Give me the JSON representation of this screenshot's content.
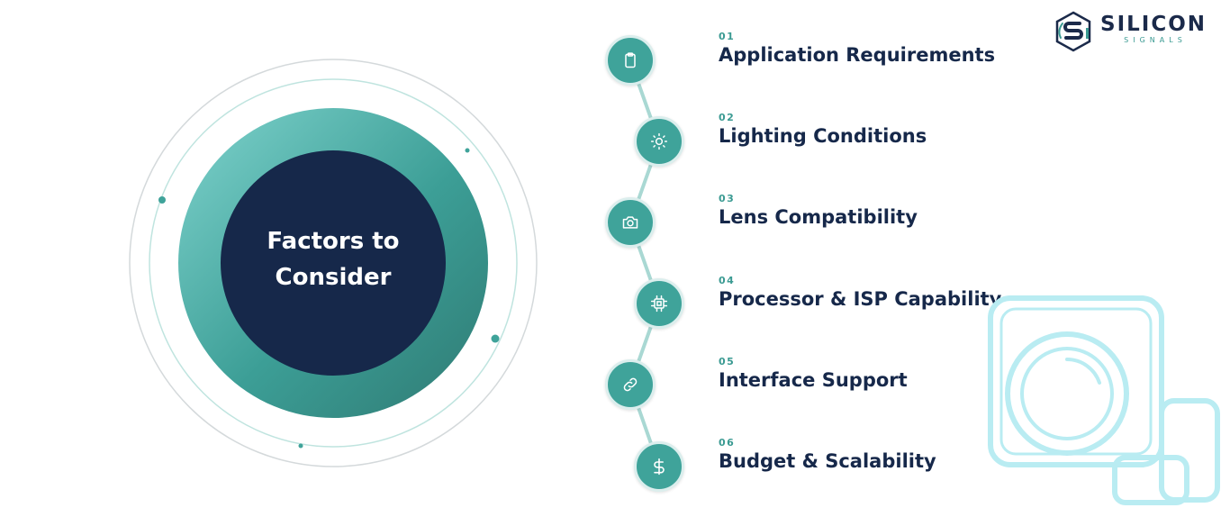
{
  "hub": {
    "title_line1": "Factors to",
    "title_line2": "Consider"
  },
  "steps": [
    {
      "num": "01",
      "title": "Application Requirements",
      "icon": "clipboard-icon"
    },
    {
      "num": "02",
      "title": "Lighting Conditions",
      "icon": "sun-icon"
    },
    {
      "num": "03",
      "title": "Lens Compatibility",
      "icon": "camera-icon"
    },
    {
      "num": "04",
      "title": "Processor & ISP Capability",
      "icon": "chip-icon"
    },
    {
      "num": "05",
      "title": "Interface Support",
      "icon": "link-icon"
    },
    {
      "num": "06",
      "title": "Budget & Scalability",
      "icon": "dollar-icon"
    }
  ],
  "logo": {
    "name": "SILICON",
    "sub": "SIGNALS"
  },
  "colors": {
    "navy": "#16284a",
    "teal": "#3fa39a",
    "light_teal": "#b9ecf2"
  }
}
